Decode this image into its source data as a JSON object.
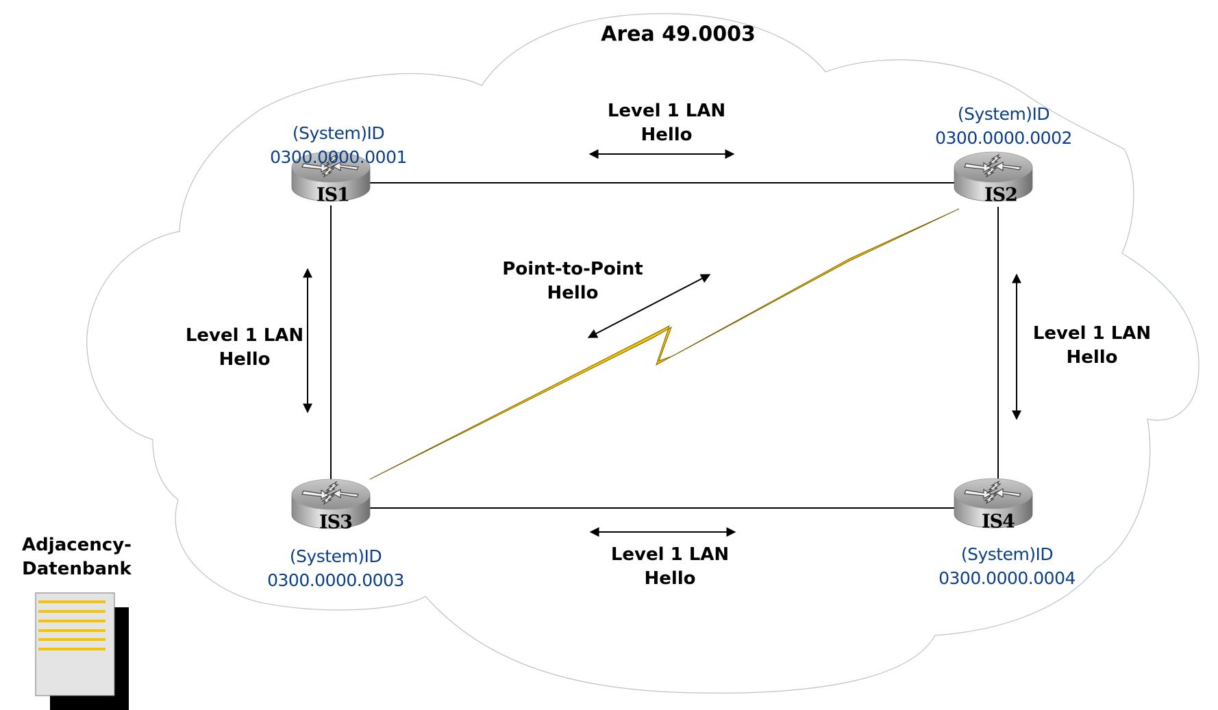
{
  "area_title": "Area 49.0003",
  "colors": {
    "cloud_stroke": "#b9c2c8",
    "link": "#000000",
    "serial_link": "#f5c400",
    "system_id_text": "#0a3f86",
    "router_body": "#a8a8a8",
    "document_page": "#e4e4e4",
    "document_lines": "#f5c400",
    "document_shadow": "#000000"
  },
  "routers": [
    {
      "name": "IS1",
      "system_id_label": "(System)ID",
      "system_id": "0300.0000.0001"
    },
    {
      "name": "IS2",
      "system_id_label": "(System)ID",
      "system_id": "0300.0000.0002"
    },
    {
      "name": "IS3",
      "system_id_label": "(System)ID",
      "system_id": "0300.0000.0003"
    },
    {
      "name": "IS4",
      "system_id_label": "(System)ID",
      "system_id": "0300.0000.0004"
    }
  ],
  "links": [
    {
      "from": "IS1",
      "to": "IS2",
      "type": "LAN",
      "label_line1": "Level 1 LAN",
      "label_line2": "Hello"
    },
    {
      "from": "IS1",
      "to": "IS3",
      "type": "LAN",
      "label_line1": "Level 1 LAN",
      "label_line2": "Hello"
    },
    {
      "from": "IS2",
      "to": "IS4",
      "type": "LAN",
      "label_line1": "Level 1 LAN",
      "label_line2": "Hello"
    },
    {
      "from": "IS3",
      "to": "IS4",
      "type": "LAN",
      "label_line1": "Level 1 LAN",
      "label_line2": "Hello"
    },
    {
      "from": "IS3",
      "to": "IS2",
      "type": "serial",
      "label_line1": "Point-to-Point",
      "label_line2": "Hello"
    }
  ],
  "database": {
    "label_line1": "Adjacency-",
    "label_line2": "Datenbank",
    "icon": "document-stack-icon"
  }
}
